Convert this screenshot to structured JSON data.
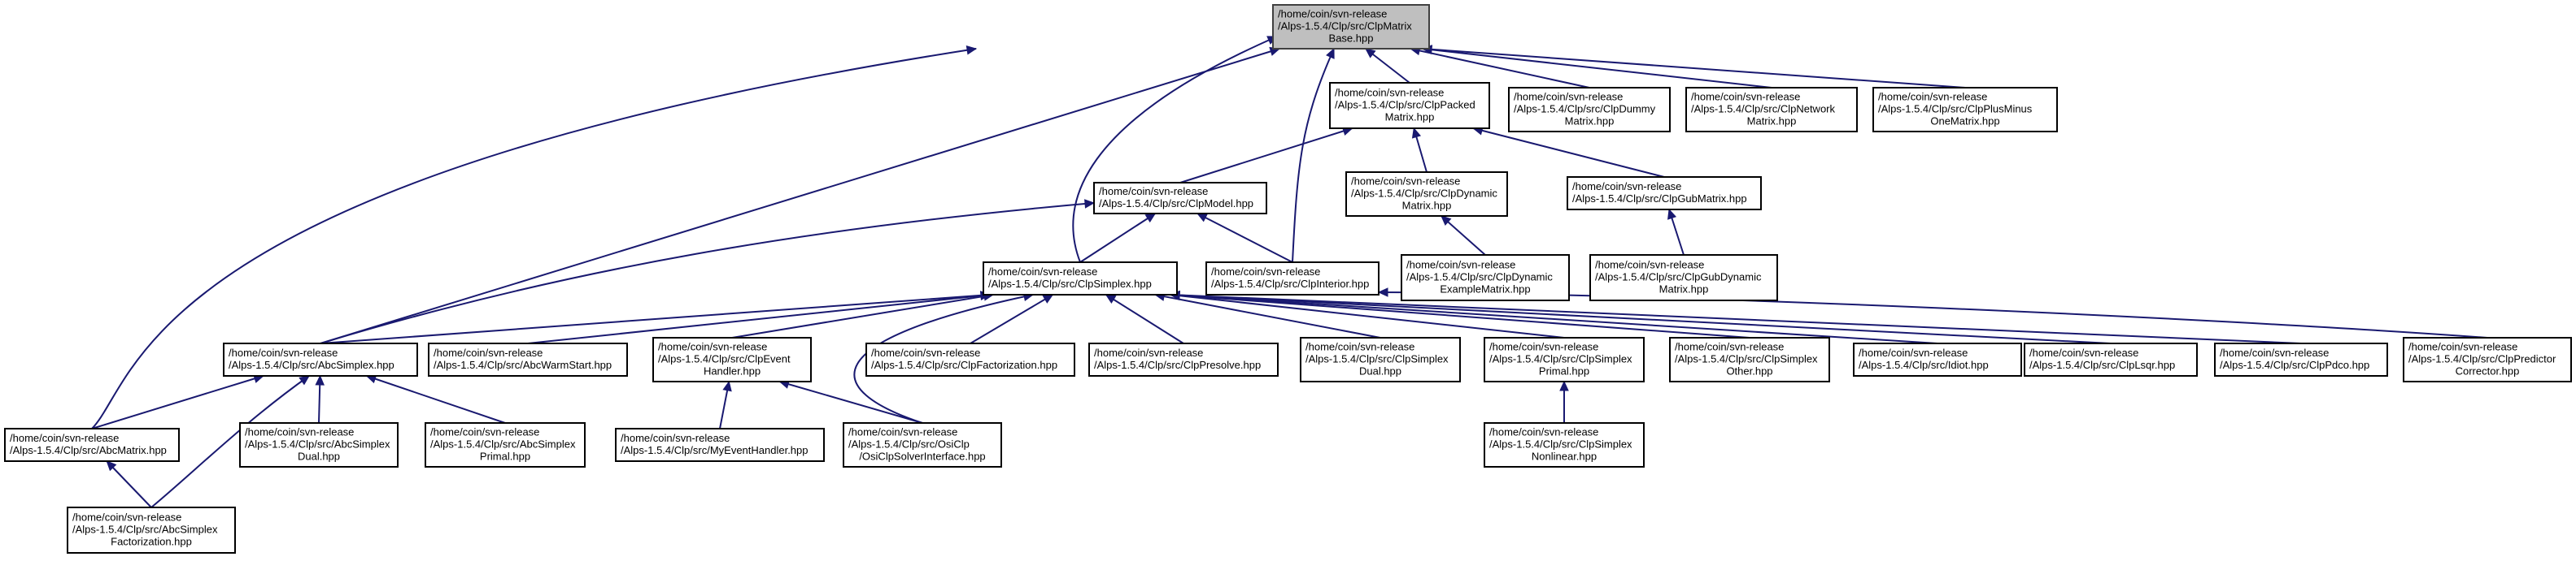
{
  "graph": {
    "edge_color": "#191970",
    "root_fill": "#bfbfbf",
    "nodes": [
      {
        "id": "ClpMatrixBase",
        "lines": [
          "/home/coin/svn-release",
          "/Alps-1.5.4/Clp/src/ClpMatrix",
          "Base.hpp"
        ],
        "root": true
      },
      {
        "id": "ClpPackedMatrix",
        "lines": [
          "/home/coin/svn-release",
          "/Alps-1.5.4/Clp/src/ClpPacked",
          "Matrix.hpp"
        ]
      },
      {
        "id": "ClpDummyMatrix",
        "lines": [
          "/home/coin/svn-release",
          "/Alps-1.5.4/Clp/src/ClpDummy",
          "Matrix.hpp"
        ]
      },
      {
        "id": "ClpNetworkMatrix",
        "lines": [
          "/home/coin/svn-release",
          "/Alps-1.5.4/Clp/src/ClpNetwork",
          "Matrix.hpp"
        ]
      },
      {
        "id": "ClpPlusMinusOneMatrix",
        "lines": [
          "/home/coin/svn-release",
          "/Alps-1.5.4/Clp/src/ClpPlusMinus",
          "OneMatrix.hpp"
        ]
      },
      {
        "id": "ClpModel",
        "lines": [
          "/home/coin/svn-release",
          "/Alps-1.5.4/Clp/src/ClpModel.hpp"
        ]
      },
      {
        "id": "ClpDynamicMatrix",
        "lines": [
          "/home/coin/svn-release",
          "/Alps-1.5.4/Clp/src/ClpDynamic",
          "Matrix.hpp"
        ]
      },
      {
        "id": "ClpGubMatrix",
        "lines": [
          "/home/coin/svn-release",
          "/Alps-1.5.4/Clp/src/ClpGubMatrix.hpp"
        ]
      },
      {
        "id": "ClpSimplex",
        "lines": [
          "/home/coin/svn-release",
          "/Alps-1.5.4/Clp/src/ClpSimplex.hpp"
        ]
      },
      {
        "id": "ClpInterior",
        "lines": [
          "/home/coin/svn-release",
          "/Alps-1.5.4/Clp/src/ClpInterior.hpp"
        ]
      },
      {
        "id": "ClpDynamicExampleMatrix",
        "lines": [
          "/home/coin/svn-release",
          "/Alps-1.5.4/Clp/src/ClpDynamic",
          "ExampleMatrix.hpp"
        ]
      },
      {
        "id": "ClpGubDynamicMatrix",
        "lines": [
          "/home/coin/svn-release",
          "/Alps-1.5.4/Clp/src/ClpGubDynamic",
          "Matrix.hpp"
        ]
      },
      {
        "id": "AbcSimplex",
        "lines": [
          "/home/coin/svn-release",
          "/Alps-1.5.4/Clp/src/AbcSimplex.hpp"
        ]
      },
      {
        "id": "AbcWarmStart",
        "lines": [
          "/home/coin/svn-release",
          "/Alps-1.5.4/Clp/src/AbcWarmStart.hpp"
        ]
      },
      {
        "id": "ClpEventHandler",
        "lines": [
          "/home/coin/svn-release",
          "/Alps-1.5.4/Clp/src/ClpEvent",
          "Handler.hpp"
        ]
      },
      {
        "id": "ClpFactorization",
        "lines": [
          "/home/coin/svn-release",
          "/Alps-1.5.4/Clp/src/ClpFactorization.hpp"
        ]
      },
      {
        "id": "ClpPresolve",
        "lines": [
          "/home/coin/svn-release",
          "/Alps-1.5.4/Clp/src/ClpPresolve.hpp"
        ]
      },
      {
        "id": "ClpSimplexDual",
        "lines": [
          "/home/coin/svn-release",
          "/Alps-1.5.4/Clp/src/ClpSimplex",
          "Dual.hpp"
        ]
      },
      {
        "id": "ClpSimplexPrimal",
        "lines": [
          "/home/coin/svn-release",
          "/Alps-1.5.4/Clp/src/ClpSimplex",
          "Primal.hpp"
        ]
      },
      {
        "id": "ClpSimplexOther",
        "lines": [
          "/home/coin/svn-release",
          "/Alps-1.5.4/Clp/src/ClpSimplex",
          "Other.hpp"
        ]
      },
      {
        "id": "Idiot",
        "lines": [
          "/home/coin/svn-release",
          "/Alps-1.5.4/Clp/src/Idiot.hpp"
        ]
      },
      {
        "id": "ClpLsqr",
        "lines": [
          "/home/coin/svn-release",
          "/Alps-1.5.4/Clp/src/ClpLsqr.hpp"
        ]
      },
      {
        "id": "ClpPdco",
        "lines": [
          "/home/coin/svn-release",
          "/Alps-1.5.4/Clp/src/ClpPdco.hpp"
        ]
      },
      {
        "id": "ClpPredictorCorrector",
        "lines": [
          "/home/coin/svn-release",
          "/Alps-1.5.4/Clp/src/ClpPredictor",
          "Corrector.hpp"
        ]
      },
      {
        "id": "AbcMatrix",
        "lines": [
          "/home/coin/svn-release",
          "/Alps-1.5.4/Clp/src/AbcMatrix.hpp"
        ]
      },
      {
        "id": "AbcSimplexDual",
        "lines": [
          "/home/coin/svn-release",
          "/Alps-1.5.4/Clp/src/AbcSimplex",
          "Dual.hpp"
        ]
      },
      {
        "id": "AbcSimplexPrimal",
        "lines": [
          "/home/coin/svn-release",
          "/Alps-1.5.4/Clp/src/AbcSimplex",
          "Primal.hpp"
        ]
      },
      {
        "id": "MyEventHandler",
        "lines": [
          "/home/coin/svn-release",
          "/Alps-1.5.4/Clp/src/MyEventHandler.hpp"
        ]
      },
      {
        "id": "OsiClpSolverInterface",
        "lines": [
          "/home/coin/svn-release",
          "/Alps-1.5.4/Clp/src/OsiClp",
          "/OsiClpSolverInterface.hpp"
        ]
      },
      {
        "id": "ClpSimplexNonlinear",
        "lines": [
          "/home/coin/svn-release",
          "/Alps-1.5.4/Clp/src/ClpSimplex",
          "Nonlinear.hpp"
        ]
      },
      {
        "id": "AbcSimplexFactorization",
        "lines": [
          "/home/coin/svn-release",
          "/Alps-1.5.4/Clp/src/AbcSimplex",
          "Factorization.hpp"
        ]
      }
    ],
    "edges": [
      {
        "from": "ClpPackedMatrix",
        "to": "ClpMatrixBase"
      },
      {
        "from": "ClpDummyMatrix",
        "to": "ClpMatrixBase"
      },
      {
        "from": "ClpNetworkMatrix",
        "to": "ClpMatrixBase"
      },
      {
        "from": "ClpPlusMinusOneMatrix",
        "to": "ClpMatrixBase"
      },
      {
        "from": "ClpSimplex",
        "to": "ClpMatrixBase"
      },
      {
        "from": "ClpInterior",
        "to": "ClpMatrixBase"
      },
      {
        "from": "AbcSimplex",
        "to": "ClpMatrixBase"
      },
      {
        "from": "AbcMatrix",
        "to": "ClpMatrixBase"
      },
      {
        "from": "ClpModel",
        "to": "ClpPackedMatrix"
      },
      {
        "from": "ClpDynamicMatrix",
        "to": "ClpPackedMatrix"
      },
      {
        "from": "ClpGubMatrix",
        "to": "ClpPackedMatrix"
      },
      {
        "from": "ClpSimplex",
        "to": "ClpModel"
      },
      {
        "from": "ClpInterior",
        "to": "ClpModel"
      },
      {
        "from": "AbcSimplex",
        "to": "ClpModel"
      },
      {
        "from": "ClpDynamicExampleMatrix",
        "to": "ClpDynamicMatrix"
      },
      {
        "from": "ClpGubDynamicMatrix",
        "to": "ClpGubMatrix"
      },
      {
        "from": "AbcSimplex",
        "to": "ClpSimplex"
      },
      {
        "from": "AbcWarmStart",
        "to": "ClpSimplex"
      },
      {
        "from": "ClpEventHandler",
        "to": "ClpSimplex"
      },
      {
        "from": "ClpFactorization",
        "to": "ClpSimplex"
      },
      {
        "from": "ClpPresolve",
        "to": "ClpSimplex"
      },
      {
        "from": "ClpSimplexDual",
        "to": "ClpSimplex"
      },
      {
        "from": "ClpSimplexPrimal",
        "to": "ClpSimplex"
      },
      {
        "from": "ClpSimplexOther",
        "to": "ClpSimplex"
      },
      {
        "from": "Idiot",
        "to": "ClpSimplex"
      },
      {
        "from": "ClpLsqr",
        "to": "ClpSimplex"
      },
      {
        "from": "ClpPdco",
        "to": "ClpSimplex"
      },
      {
        "from": "OsiClpSolverInterface",
        "to": "ClpSimplex"
      },
      {
        "from": "ClpPredictorCorrector",
        "to": "ClpInterior"
      },
      {
        "from": "AbcMatrix",
        "to": "AbcSimplex"
      },
      {
        "from": "AbcSimplexDual",
        "to": "AbcSimplex"
      },
      {
        "from": "AbcSimplexPrimal",
        "to": "AbcSimplex"
      },
      {
        "from": "AbcSimplexFactorization",
        "to": "AbcSimplex"
      },
      {
        "from": "MyEventHandler",
        "to": "ClpEventHandler"
      },
      {
        "from": "OsiClpSolverInterface",
        "to": "ClpEventHandler"
      },
      {
        "from": "ClpSimplexNonlinear",
        "to": "ClpSimplexPrimal"
      },
      {
        "from": "AbcSimplexFactorization",
        "to": "AbcMatrix"
      }
    ]
  }
}
